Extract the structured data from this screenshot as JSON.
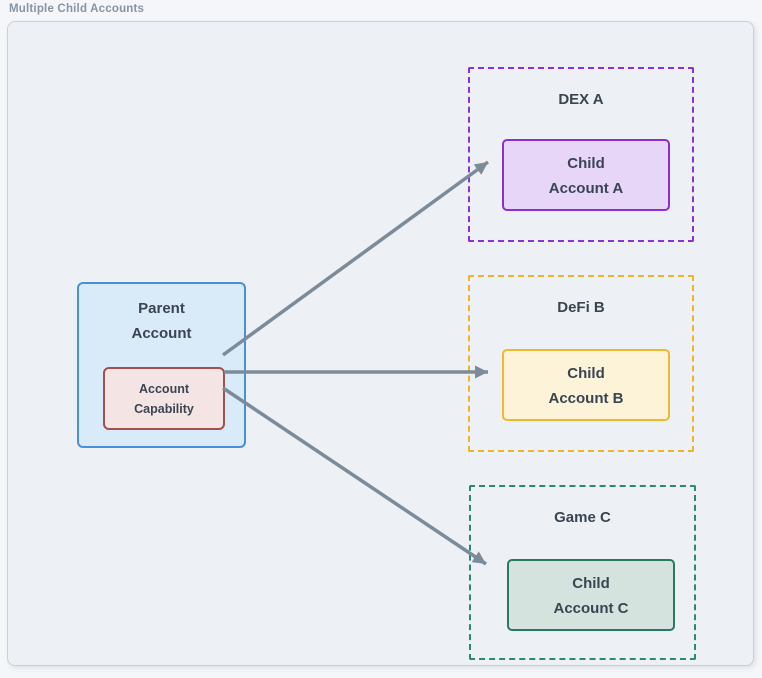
{
  "header": {
    "label": "Multiple Child Accounts"
  },
  "parent": {
    "label": "Parent\nAccount",
    "fill": "#d9eaf8",
    "border": "#4a90d9",
    "capability": {
      "label": "Account\nCapability",
      "fill": "#f4e4e4",
      "border": "#a14f4f"
    }
  },
  "groups": [
    {
      "title": "DEX A",
      "child_label": "Child\nAccount A",
      "border": "#8c30da",
      "child_border": "#8c2fd0",
      "child_fill": "#e7d6f7"
    },
    {
      "title": "DeFi B",
      "child_label": "Child\nAccount B",
      "border": "#f0b429",
      "child_border": "#eeba2b",
      "child_fill": "#fcf3d8"
    },
    {
      "title": "Game C",
      "child_label": "Child\nAccount C",
      "border": "#2a8a70",
      "child_border": "#27795f",
      "child_fill": "#d5e3de"
    }
  ],
  "arrows": {
    "color": "#7d8b99"
  }
}
